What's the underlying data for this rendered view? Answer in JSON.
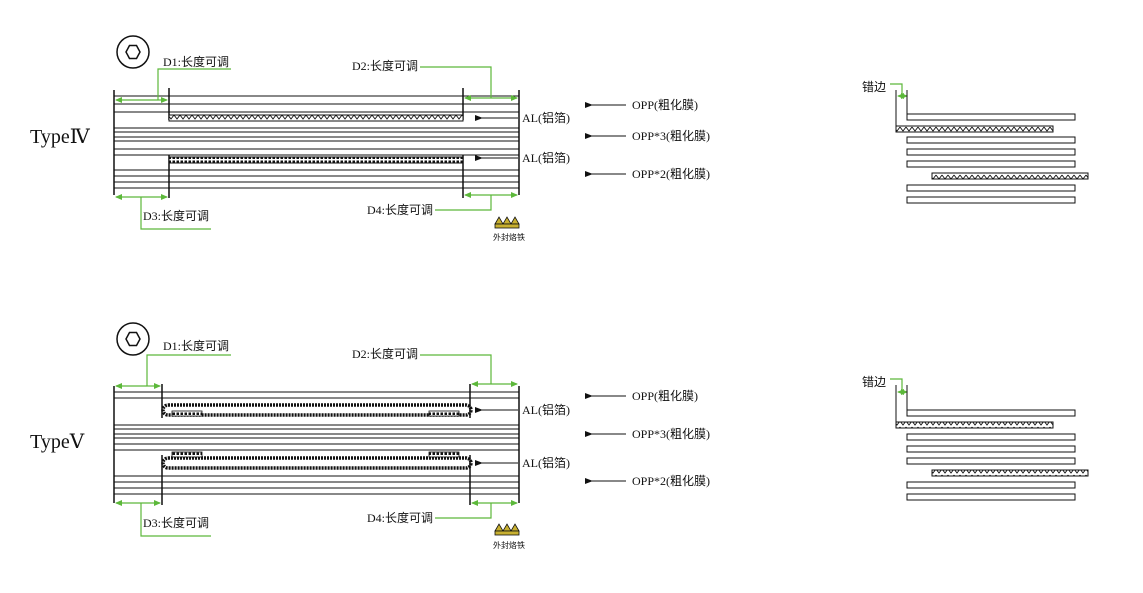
{
  "colors": {
    "line": "#111111",
    "dimension": "#5cb83a",
    "heatseal": "#c8b030",
    "background": "#ffffff"
  },
  "icons": {
    "nut": "hexagon-nut-icon",
    "heatseal": "heat-seal-iron-icon"
  },
  "panels": [
    {
      "type_label": "TypeⅣ",
      "dims": {
        "d1": "D1:长度可调",
        "d2": "D2:长度可调",
        "d3": "D3:长度可调",
        "d4": "D4:长度可调"
      },
      "layers": {
        "opp": "OPP(粗化膜)",
        "al_top": "AL(铝箔)",
        "opp3": "OPP*3(粗化膜)",
        "al_bottom": "AL(铝箔)",
        "opp2": "OPP*2(粗化膜)"
      },
      "heatseal_label": "外封烙铁",
      "offset_label": "错边"
    },
    {
      "type_label": "TypeⅤ",
      "dims": {
        "d1": "D1:长度可调",
        "d2": "D2:长度可调",
        "d3": "D3:长度可调",
        "d4": "D4:长度可调"
      },
      "layers": {
        "opp": "OPP(粗化膜)",
        "al_top": "AL(铝箔)",
        "opp3": "OPP*3(粗化膜)",
        "al_bottom": "AL(铝箔)",
        "opp2": "OPP*2(粗化膜)"
      },
      "heatseal_label": "外封烙铁",
      "offset_label": "错边"
    }
  ]
}
